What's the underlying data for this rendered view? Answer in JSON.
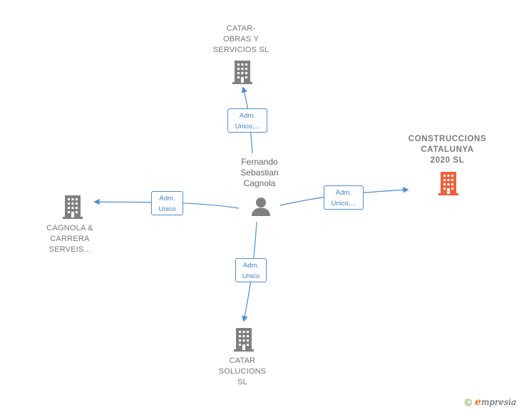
{
  "center": {
    "name": "Fernando\nSebastian\nCagnola",
    "icon": "person-icon"
  },
  "nodes": {
    "top": {
      "name": "CATAR-\nOBRAS Y\nSERVICIOS SL",
      "icon": "building-icon"
    },
    "right": {
      "name": "CONSTRUCCIONS\nCATALUNYA\n2020  SL",
      "icon": "building-icon"
    },
    "left": {
      "name": "CAGNOLA &\nCARRERA\nSERVEIS...",
      "icon": "building-icon"
    },
    "bottom": {
      "name": "CATAR\nSOLUCIONS\nSL",
      "icon": "building-icon"
    }
  },
  "edges": {
    "top": "Adm.\nUnico,...",
    "right": "Adm.\nUnico,...",
    "left": "Adm.\nUnico",
    "bottom": "Adm.\nUnico"
  },
  "colors": {
    "edge": "#4a8fd6",
    "building": "#808080",
    "highlight_building": "#f0603a"
  },
  "footer": {
    "copyright": "©",
    "brand_initial": "e",
    "brand_rest": "mpresia"
  }
}
